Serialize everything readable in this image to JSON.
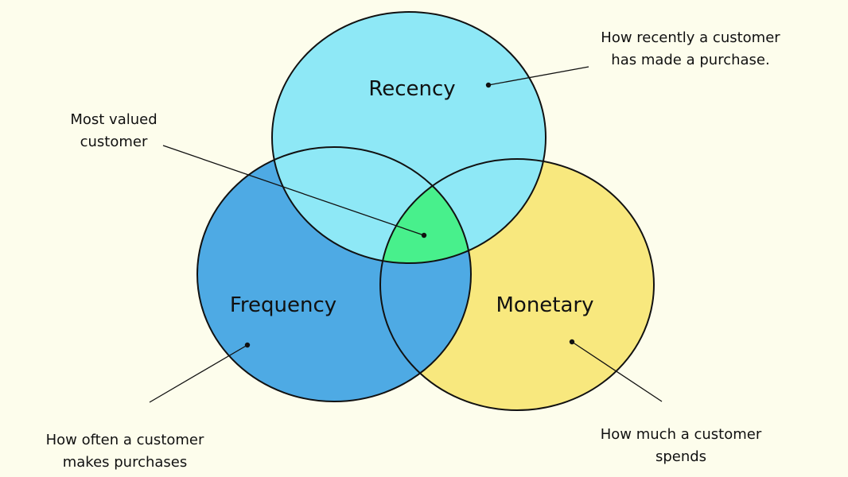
{
  "diagram": {
    "sets": [
      {
        "id": "recency",
        "label": "Recency",
        "color": "#8ee8f6"
      },
      {
        "id": "frequency",
        "label": "Frequency",
        "color": "#4eaae4"
      },
      {
        "id": "monetary",
        "label": "Monetary",
        "color": "#f8e87e"
      }
    ],
    "intersection_color": "#48f08c",
    "outline_color": "#111111",
    "annotations": {
      "recency": {
        "line1": "How recently a customer",
        "line2": "has made a purchase."
      },
      "most_valued": {
        "line1": "Most valued",
        "line2": "customer"
      },
      "frequency": {
        "line1": "How often a customer",
        "line2": "makes purchases"
      },
      "monetary": {
        "line1": "How much a customer",
        "line2": "spends"
      }
    }
  }
}
